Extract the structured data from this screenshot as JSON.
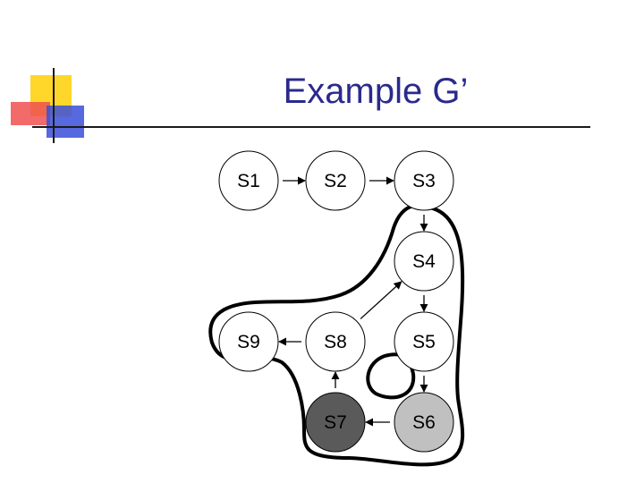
{
  "slide": {
    "title": "Example G’",
    "accent_colors": {
      "yellow": "#ffd62a",
      "blue": "#3a4fd8",
      "red": "#f05050",
      "rule": "#1a1a1a"
    }
  },
  "diagram": {
    "nodes": [
      {
        "id": "S1",
        "label": "S1",
        "fill": "#ffffff"
      },
      {
        "id": "S2",
        "label": "S2",
        "fill": "#ffffff"
      },
      {
        "id": "S3",
        "label": "S3",
        "fill": "#ffffff"
      },
      {
        "id": "S4",
        "label": "S4",
        "fill": "#ffffff"
      },
      {
        "id": "S5",
        "label": "S5",
        "fill": "#ffffff"
      },
      {
        "id": "S6",
        "label": "S6",
        "fill": "#c0c0c0"
      },
      {
        "id": "S7",
        "label": "S7",
        "fill": "#5a5a5a"
      },
      {
        "id": "S8",
        "label": "S8",
        "fill": "#ffffff"
      },
      {
        "id": "S9",
        "label": "S9",
        "fill": "#ffffff"
      }
    ],
    "edges": [
      {
        "from": "S1",
        "to": "S2"
      },
      {
        "from": "S2",
        "to": "S3"
      },
      {
        "from": "S3",
        "to": "S4"
      },
      {
        "from": "S4",
        "to": "S5"
      },
      {
        "from": "S5",
        "to": "S6"
      },
      {
        "from": "S6",
        "to": "S7"
      },
      {
        "from": "S7",
        "to": "S8"
      },
      {
        "from": "S8",
        "to": "S9"
      },
      {
        "from": "S8",
        "to": "S4"
      }
    ]
  }
}
